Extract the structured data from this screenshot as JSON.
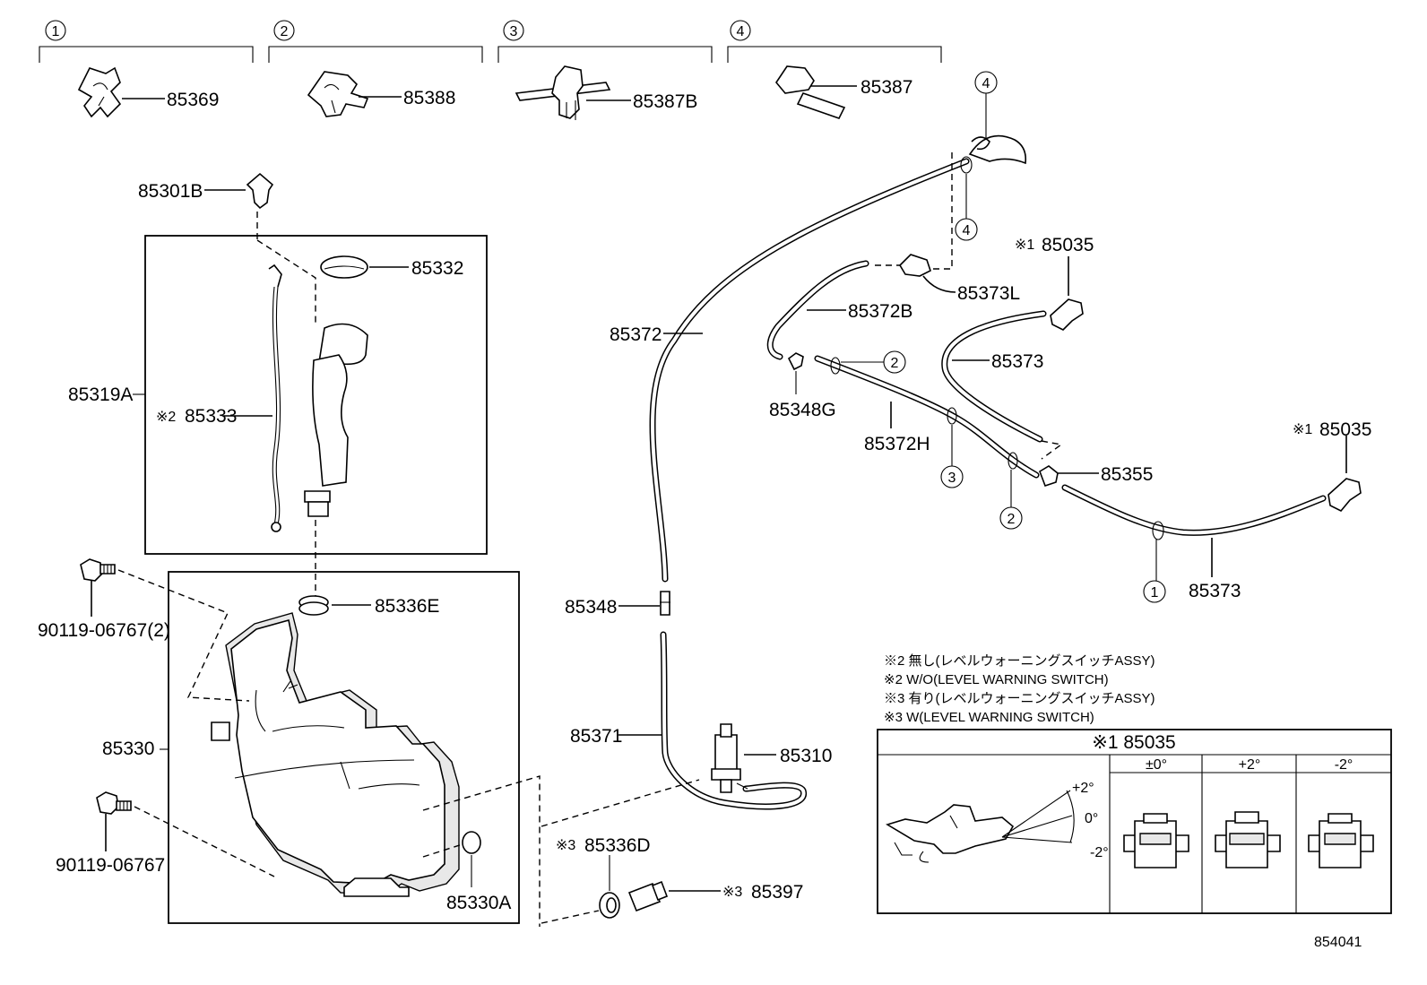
{
  "groups": [
    {
      "num": "1",
      "part": "85369"
    },
    {
      "num": "2",
      "part": "85388"
    },
    {
      "num": "3",
      "part": "85387B"
    },
    {
      "num": "4",
      "part": "85387"
    }
  ],
  "parts": {
    "p85301B": "85301B",
    "p85332": "85332",
    "p85319A": "85319A",
    "p85333": "85333",
    "p85333_mark": "※2",
    "p85336E": "85336E",
    "p85330": "85330",
    "p90119_2": "90119-06767(2)",
    "p90119": "90119-06767",
    "p85330A": "85330A",
    "p85336D": "85336D",
    "p85336D_mark": "※3",
    "p85397": "85397",
    "p85397_mark": "※3",
    "p85372": "85372",
    "p85348": "85348",
    "p85371": "85371",
    "p85310": "85310",
    "p85373L": "85373L",
    "p85372B": "85372B",
    "p85348G": "85348G",
    "p85372H": "85372H",
    "p85373_a": "85373",
    "p85035_a": "85035",
    "p85035_a_mark": "※1",
    "p85035_b": "85035",
    "p85035_b_mark": "※1",
    "p85355": "85355",
    "p85373_b": "85373"
  },
  "clip_markers": {
    "m4_top": "4",
    "m4_mid": "4",
    "m2_a": "2",
    "m3": "3",
    "m2_b": "2",
    "m1": "1"
  },
  "notes": [
    "※2 無し(レベルウォーニングスイッチASSY)",
    "※2 W/O(LEVEL WARNING SWITCH)",
    "※3 有り(レベルウォーニングスイッチASSY)",
    "※3 W(LEVEL WARNING SWITCH)"
  ],
  "table": {
    "title": "※1 85035",
    "columns": [
      "±0°",
      "+2°",
      "-2°"
    ],
    "angles": [
      "+2°",
      "0°",
      "-2°"
    ]
  },
  "figure_id": "854041"
}
